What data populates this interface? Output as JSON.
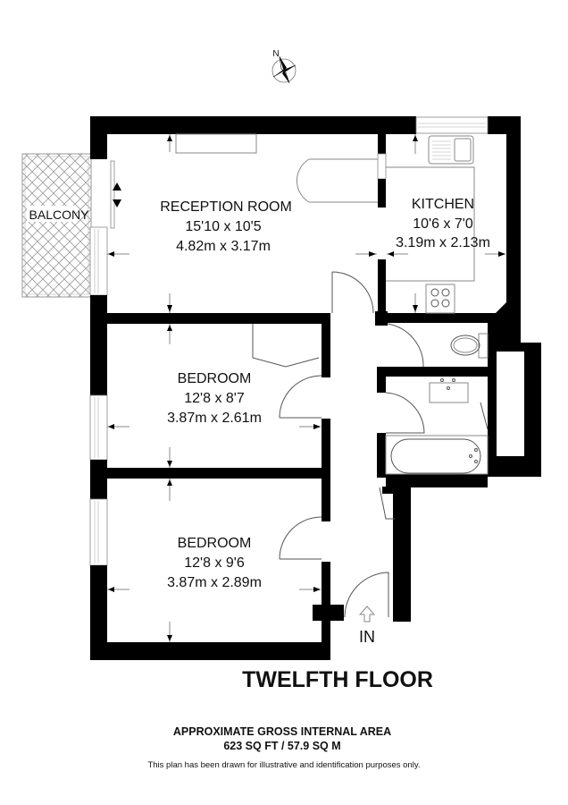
{
  "compass": {
    "label": "N",
    "icon": "compass-rose-icon"
  },
  "rooms": [
    {
      "id": "reception",
      "name": "RECEPTION ROOM",
      "imperial": "15'10 x 10'5",
      "metric": "4.82m x 3.17m"
    },
    {
      "id": "kitchen",
      "name": "KITCHEN",
      "imperial": "10'6 x 7'0",
      "metric": "3.19m x 2.13m"
    },
    {
      "id": "bedroom1",
      "name": "BEDROOM",
      "imperial": "12'8 x 8'7",
      "metric": "3.87m x 2.61m"
    },
    {
      "id": "bedroom2",
      "name": "BEDROOM",
      "imperial": "12'8 x 9'6",
      "metric": "3.87m x 2.89m"
    }
  ],
  "balcony": {
    "label": "BALCONY"
  },
  "entrance": {
    "label": "IN",
    "icon": "entrance-arrow-icon"
  },
  "floor": {
    "title": "TWELFTH FLOOR"
  },
  "area": {
    "heading": "APPROXIMATE GROSS INTERNAL AREA",
    "value": "623 SQ FT / 57.9 SQ M"
  },
  "disclaimer": "This plan has been drawn for illustrative and identification purposes only.",
  "colors": {
    "wall": "#000000",
    "fixture": "#8a8a8a",
    "background": "#ffffff"
  }
}
